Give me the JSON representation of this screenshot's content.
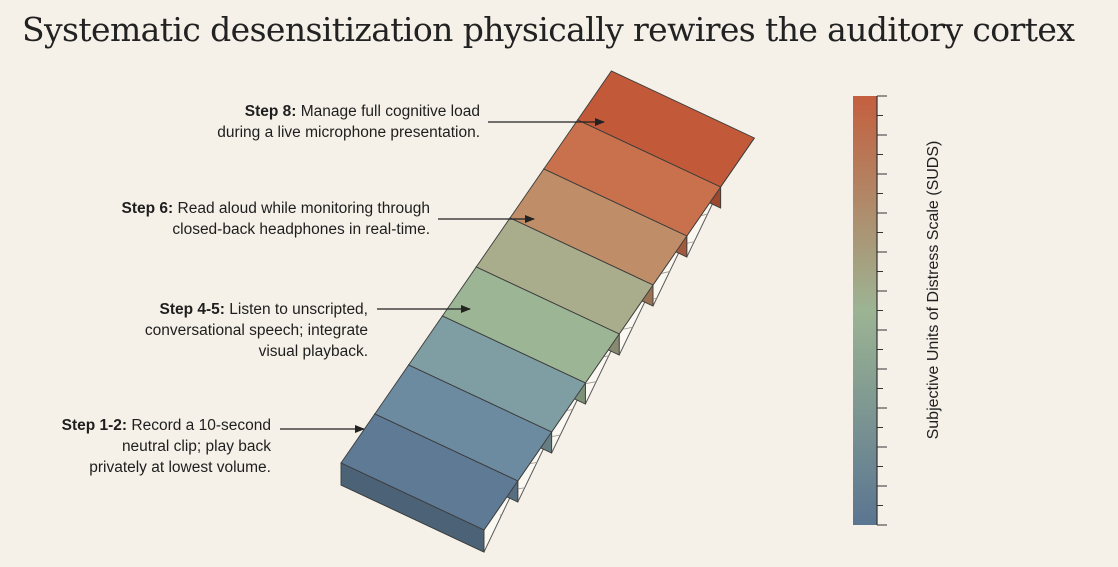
{
  "title": "Systematic desensitization physically rewires the auditory cortex",
  "scale": {
    "label": "Subjective Units of Distress Scale (SUDS)",
    "color_low": "#5a7591",
    "color_mid": "#9cb493",
    "color_high": "#c45f3e"
  },
  "staircase": {
    "steps": 8,
    "colors": [
      "#5f7a95",
      "#6c8aa0",
      "#7f9ea3",
      "#9bb595",
      "#a9ad8c",
      "#bf8d68",
      "#c9714c",
      "#c25a3a"
    ]
  },
  "callouts": [
    {
      "label": "Step 8:",
      "lines": [
        "Manage full cognitive load",
        "during a live microphone presentation."
      ]
    },
    {
      "label": "Step 6:",
      "lines": [
        "Read aloud while monitoring through",
        "closed-back headphones in real-time."
      ]
    },
    {
      "label": "Step 4-5:",
      "lines": [
        "Listen to unscripted,",
        "conversational speech; integrate",
        "visual playback."
      ]
    },
    {
      "label": "Step 1-2:",
      "lines": [
        "Record a 10-second",
        "neutral clip; play back",
        "privately at lowest volume."
      ]
    }
  ]
}
